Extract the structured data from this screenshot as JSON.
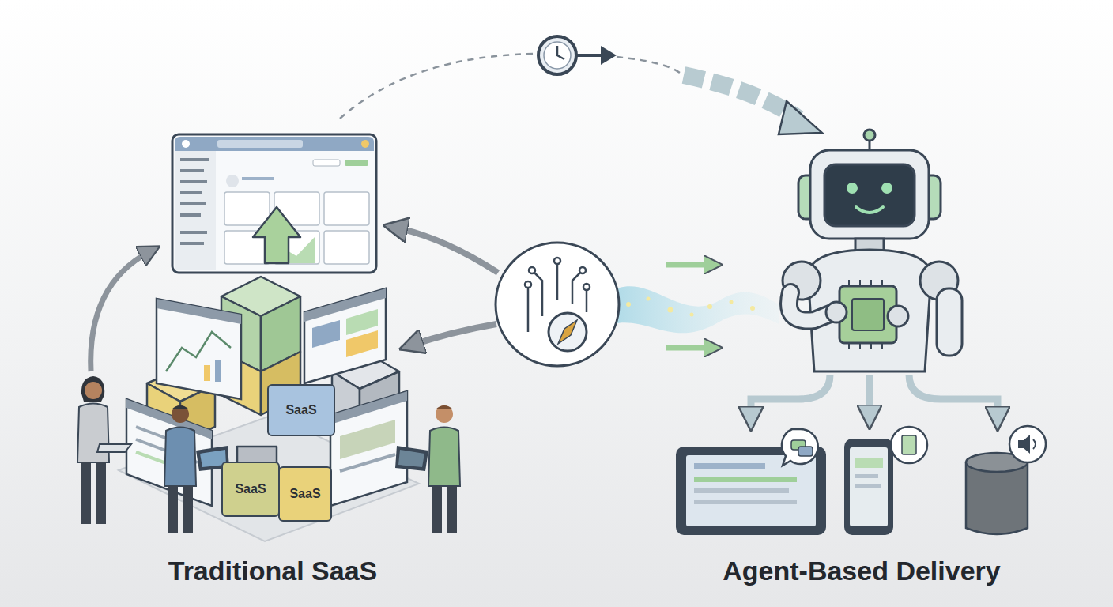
{
  "diagram": {
    "nodes": [
      {
        "text": [
          "SaaS"
        ]
      },
      {
        "text": [
          "SaaS"
        ]
      },
      {
        "text": [
          "SaaS"
        ]
      }
    ],
    "labels": [
      "Traditional SaaS",
      "Agent-Based Delivery"
    ]
  }
}
